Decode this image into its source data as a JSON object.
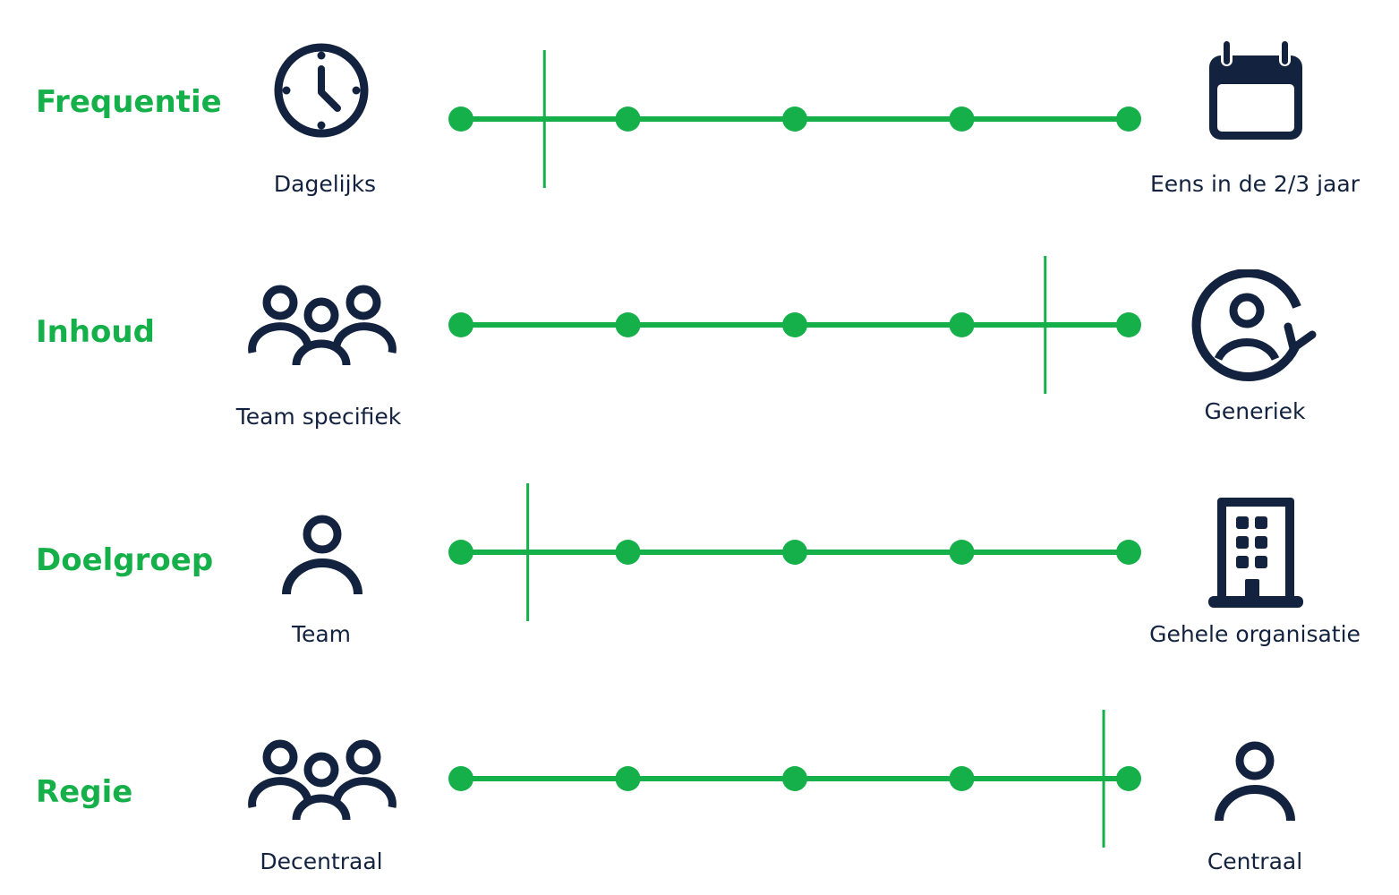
{
  "colors": {
    "accent": "#16b04a",
    "ink": "#13233f",
    "background": "#ffffff"
  },
  "scale_points": 5,
  "rows": [
    {
      "title": "Frequentie",
      "left_label": "Dagelijks",
      "right_label": "Eens in de 2/3 jaar",
      "left_icon": "clock-icon",
      "right_icon": "calendar-icon",
      "marker_position": 1.5
    },
    {
      "title": "Inhoud",
      "left_label": "Team specifiek",
      "right_label": "Generiek",
      "left_icon": "group-icon",
      "right_icon": "user-circle-refresh-icon",
      "marker_position": 4.5
    },
    {
      "title": "Doelgroep",
      "left_label": "Team",
      "right_label": "Gehele organisatie",
      "left_icon": "user-icon",
      "right_icon": "office-building-icon",
      "marker_position": 1.4
    },
    {
      "title": "Regie",
      "left_label": "Decentraal",
      "right_label": "Centraal",
      "left_icon": "group-icon",
      "right_icon": "user-icon",
      "marker_position": 4.85
    }
  ]
}
